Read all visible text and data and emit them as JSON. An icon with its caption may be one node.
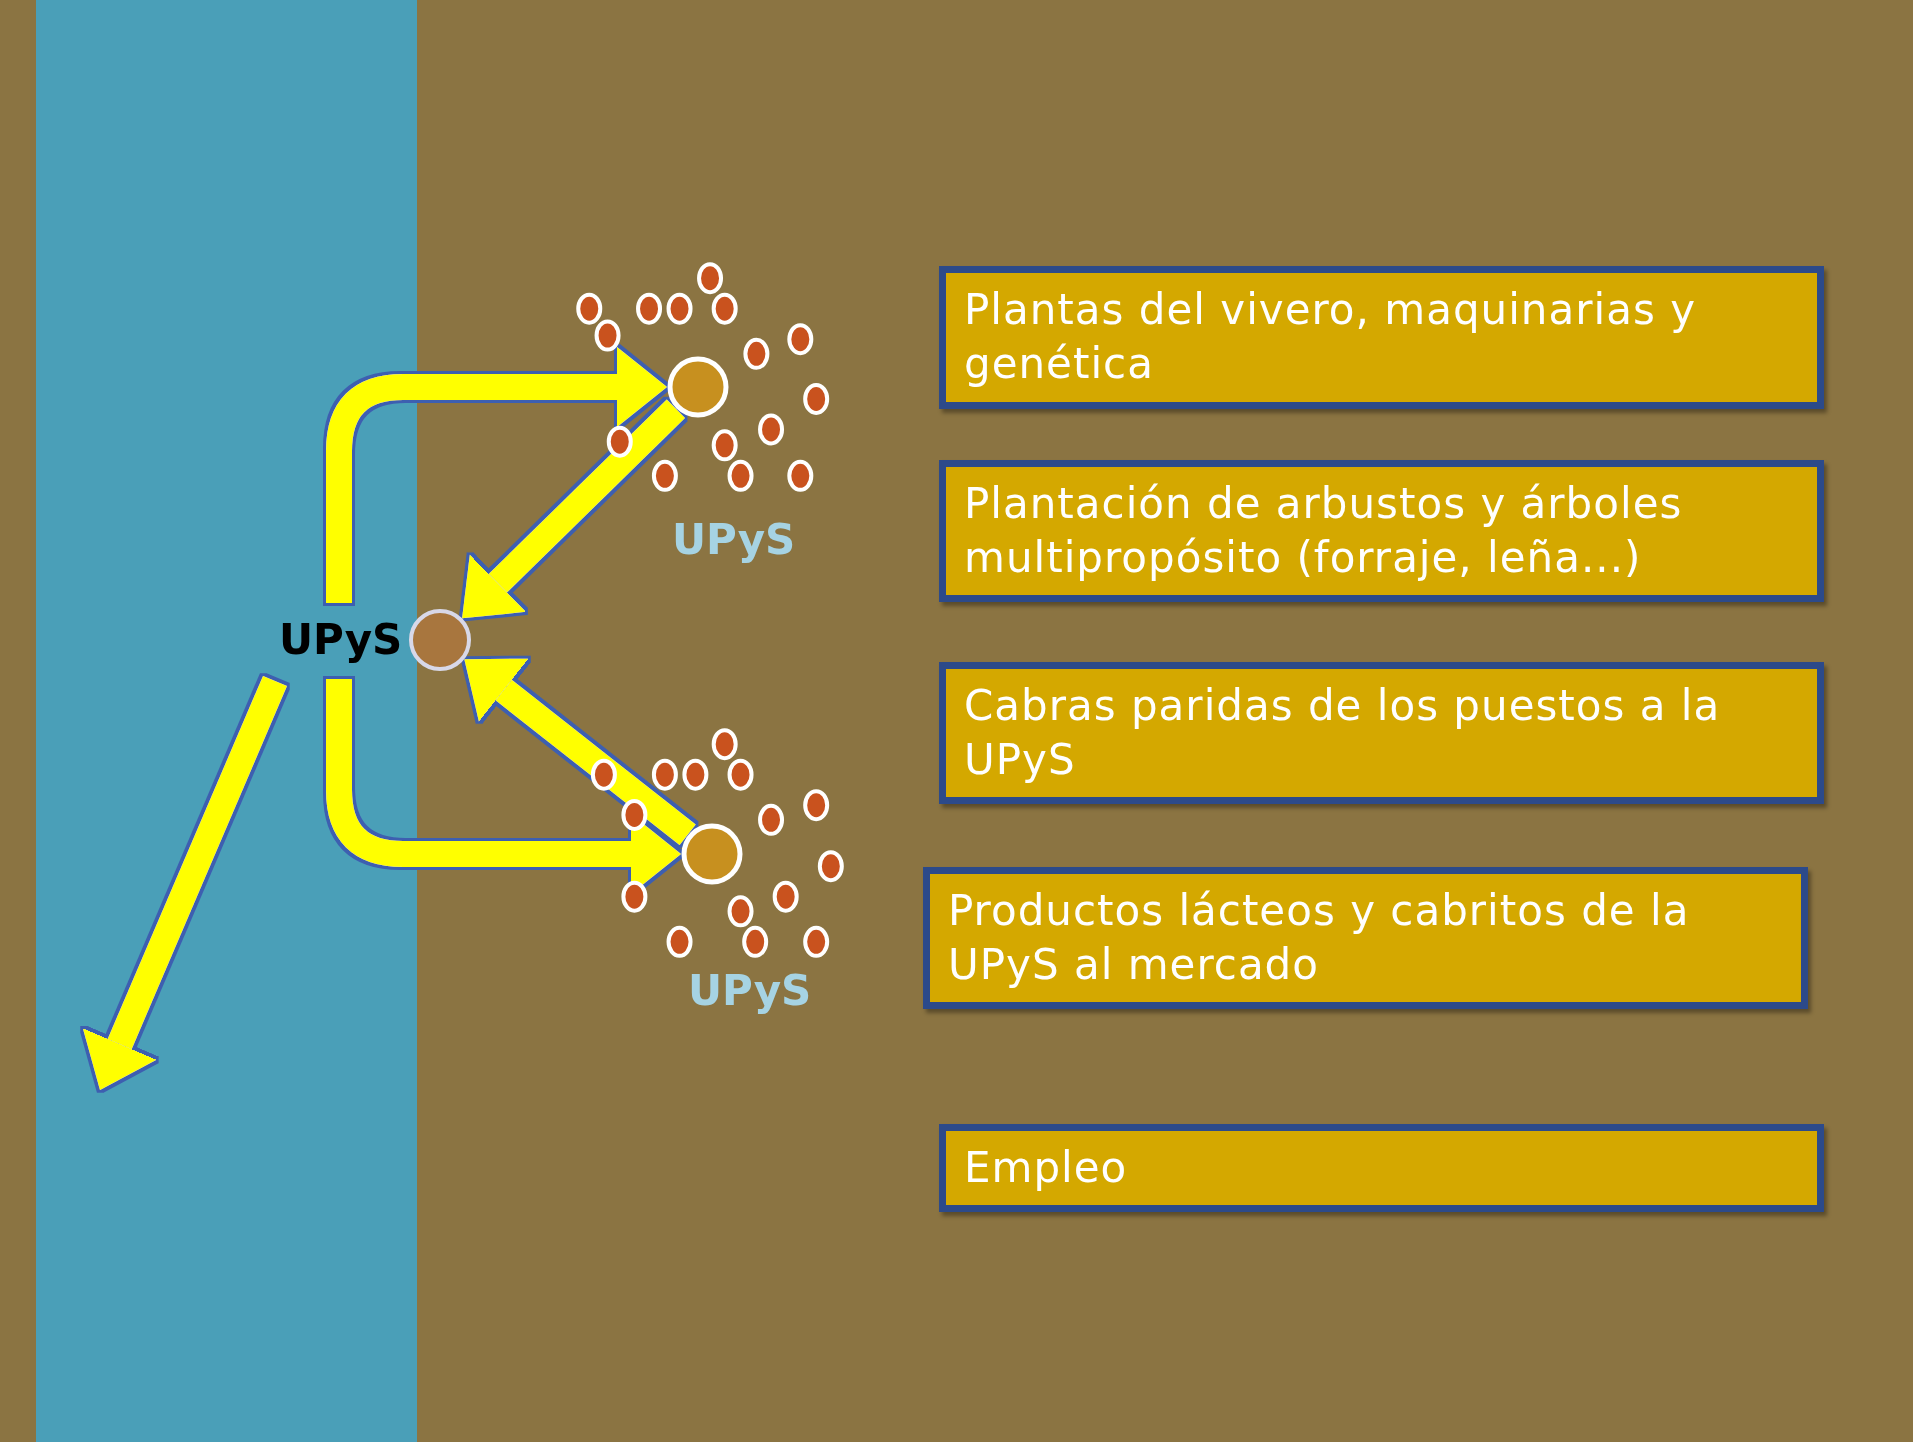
{
  "diagram": {
    "nodes": [
      {
        "text": [],
        "shape": "circle",
        "beside": [
          "UPyS"
        ]
      },
      {
        "text": [
          "UPyS"
        ]
      },
      {
        "text": [],
        "shape": "circle",
        "beside": [
          "UPyS"
        ]
      },
      {
        "text": [
          "Plantas del vivero, maquinarias y genética"
        ]
      },
      {
        "text": [
          "Plantación de arbustos y árboles multipropósito (forraje, leña...)"
        ]
      },
      {
        "text": [
          "Cabras paridas de los puestos a la UPyS"
        ]
      },
      {
        "text": [
          "Productos lácteos y cabritos de la UPyS al mercado"
        ]
      },
      {
        "text": [
          "Empleo"
        ]
      }
    ],
    "edges": [
      {
        "from": 1,
        "to": 0,
        "arrow": "to"
      },
      {
        "from": 0,
        "to": 1,
        "arrow": "to"
      },
      {
        "from": 2,
        "to": 1,
        "arrow": "to"
      },
      {
        "from": 1,
        "to": 2,
        "arrow": "to"
      },
      {
        "from": 1,
        "to": null,
        "arrow": "to"
      }
    ]
  }
}
